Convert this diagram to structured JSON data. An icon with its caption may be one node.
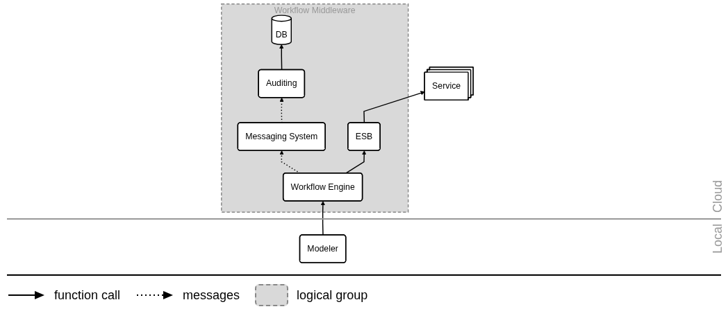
{
  "diagram": {
    "nodes": [
      {
        "text": [
          "Workflow Middleware"
        ]
      },
      {
        "text": [
          "DB"
        ],
        "in": 0
      },
      {
        "text": [
          "ESB"
        ],
        "in": 0
      },
      {
        "text": [
          "Auditing"
        ],
        "in": 0
      },
      {
        "text": [
          "Messaging System"
        ],
        "in": 0
      },
      {
        "text": [
          "Workflow Engine"
        ],
        "in": 0
      },
      {
        "text": [
          "Service"
        ]
      },
      {
        "text": [
          "Modeler"
        ]
      }
    ],
    "edges": [
      {
        "from": 3,
        "to": 1,
        "arrow": "to"
      },
      {
        "from": 5,
        "to": 2,
        "arrow": "to"
      },
      {
        "from": 2,
        "to": 6,
        "arrow": "to"
      },
      {
        "from": 4,
        "to": 3,
        "arrow": "to",
        "style": "dashed"
      },
      {
        "from": 5,
        "to": 4,
        "arrow": "to",
        "style": "dashed"
      },
      {
        "from": 7,
        "to": 5,
        "arrow": "to"
      }
    ],
    "labels": [
      "Cloud",
      "Local"
    ],
    "legend": [
      {
        "text": "function call"
      },
      {
        "text": "messages"
      },
      {
        "text": "logical group",
        "color": "#d9d9d9"
      }
    ]
  }
}
